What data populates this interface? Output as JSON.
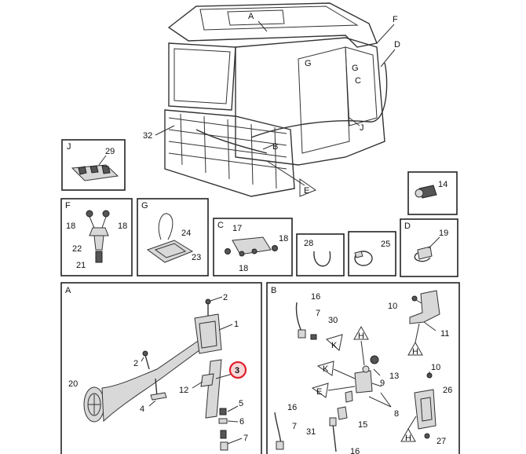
{
  "cab": {
    "callouts": [
      "A",
      "F",
      "D",
      "G",
      "C",
      "J",
      "B",
      "E",
      "32"
    ]
  },
  "panels": {
    "J": {
      "title": "J",
      "labels": [
        "29"
      ]
    },
    "F": {
      "title": "F",
      "labels": [
        "18",
        "18",
        "22",
        "21"
      ]
    },
    "G": {
      "title": "G",
      "labels": [
        "24",
        "23"
      ]
    },
    "C": {
      "title": "C",
      "labels": [
        "17",
        "18",
        "18"
      ]
    },
    "P28": {
      "labels": [
        "28"
      ]
    },
    "P25": {
      "labels": [
        "25"
      ]
    },
    "D": {
      "title": "D",
      "labels": [
        "19"
      ]
    },
    "P14": {
      "labels": [
        "14"
      ]
    },
    "A": {
      "title": "A",
      "labels": [
        "2",
        "1",
        "2",
        "3",
        "20",
        "12",
        "4",
        "5",
        "6",
        "7"
      ]
    },
    "B": {
      "title": "B",
      "labels": [
        "16",
        "7",
        "30",
        "K",
        "H",
        "K",
        "13",
        "9",
        "E",
        "8",
        "15",
        "16",
        "7",
        "31",
        "16",
        "10",
        "11",
        "H",
        "10",
        "26",
        "H",
        "27"
      ]
    }
  },
  "highlight": {
    "label": "3",
    "color": "#e0202c"
  }
}
